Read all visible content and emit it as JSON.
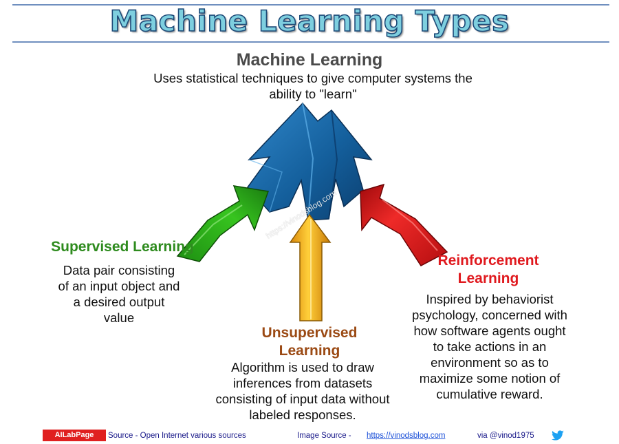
{
  "title": "Machine Learning Types",
  "top": {
    "heading": "Machine Learning",
    "description_line1": "Uses statistical techniques to give computer systems the",
    "description_line2": "ability to \"learn\""
  },
  "supervised": {
    "heading": "Supervised Learning",
    "lines": [
      "Data pair consisting",
      "of an input object and",
      "a desired output",
      "value"
    ]
  },
  "unsupervised": {
    "heading_line1": "Unsupervised",
    "heading_line2": "Learning",
    "lines": [
      "Algorithm is used to draw",
      "inferences from datasets",
      "consisting of input data without",
      "labeled responses."
    ]
  },
  "reinforcement": {
    "heading_line1": "Reinforcement",
    "heading_line2": "Learning",
    "lines": [
      "Inspired by behaviorist",
      "psychology, concerned with",
      "how software agents ought",
      "to take actions in an",
      "environment so as to",
      "maximize some notion of",
      "cumulative reward."
    ]
  },
  "watermark": "https://vinodsblog.com",
  "footer": {
    "badge": "AILabPage",
    "source": "Source -  Open Internet  various sources",
    "image_source_label": "Image Source -",
    "image_source_link": "https://vinodsblog.com",
    "via": "via  @vinod1975"
  },
  "colors": {
    "supervised": "#2e8b1e",
    "unsupervised": "#9b4a14",
    "reinforcement": "#e0191e",
    "top_heading": "#4a4a4a",
    "title_fill": "#7ecfdf",
    "title_outline": "#1d4a78"
  },
  "icons": {
    "twitter": "twitter-bird-icon"
  }
}
